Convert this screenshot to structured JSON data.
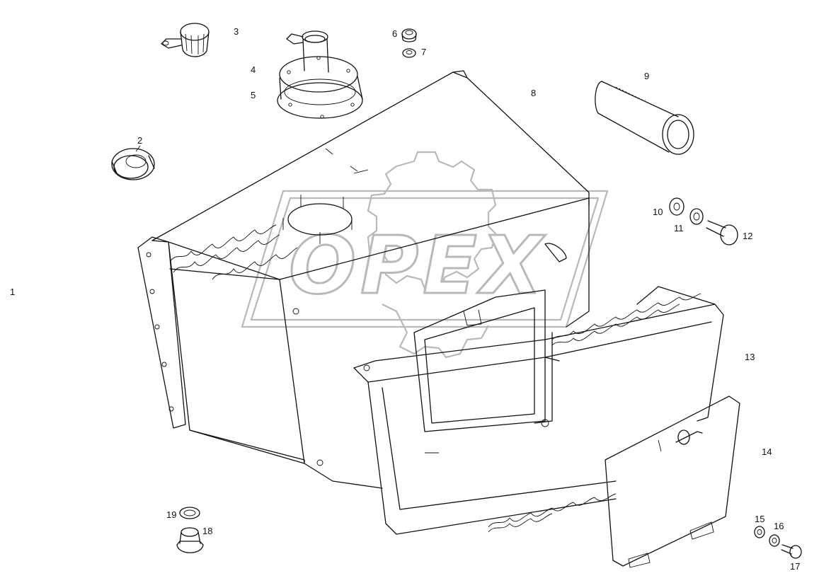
{
  "watermark": {
    "text": "OPEX"
  },
  "callouts": [
    {
      "id": "1",
      "label": "1"
    },
    {
      "id": "2",
      "label": "2"
    },
    {
      "id": "3",
      "label": "3"
    },
    {
      "id": "4",
      "label": "4"
    },
    {
      "id": "5",
      "label": "5"
    },
    {
      "id": "6",
      "label": "6"
    },
    {
      "id": "7",
      "label": "7"
    },
    {
      "id": "8",
      "label": "8"
    },
    {
      "id": "9",
      "label": "9"
    },
    {
      "id": "10",
      "label": "10"
    },
    {
      "id": "11",
      "label": "11"
    },
    {
      "id": "12",
      "label": "12"
    },
    {
      "id": "13",
      "label": "13"
    },
    {
      "id": "14",
      "label": "14"
    },
    {
      "id": "15",
      "label": "15"
    },
    {
      "id": "16",
      "label": "16"
    },
    {
      "id": "17",
      "label": "17"
    },
    {
      "id": "18",
      "label": "18"
    },
    {
      "id": "19",
      "label": "19"
    }
  ]
}
